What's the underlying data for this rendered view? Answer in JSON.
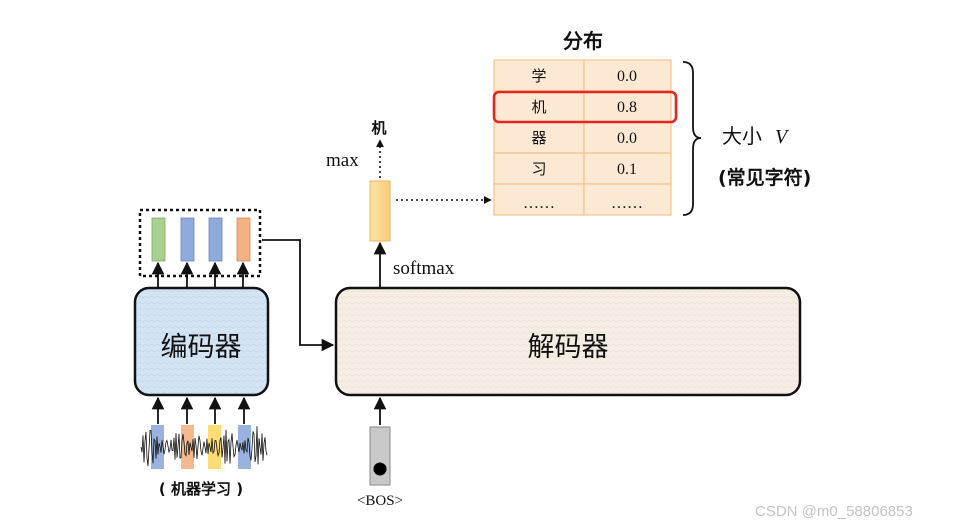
{
  "distribution": {
    "title": "分布",
    "rows": [
      {
        "token": "学",
        "prob": "0.0"
      },
      {
        "token": "机",
        "prob": "0.8"
      },
      {
        "token": "器",
        "prob": "0.0"
      },
      {
        "token": "习",
        "prob": "0.1"
      },
      {
        "token": "……",
        "prob": "……"
      }
    ]
  },
  "vocab": {
    "size_label": "大小",
    "size_symbol": "V",
    "note": "(常见字符)"
  },
  "output": {
    "token": "机",
    "max_label": "max",
    "softmax_label": "softmax"
  },
  "decoder": {
    "label": "解码器",
    "input_token": "<BOS>"
  },
  "encoder": {
    "label": "编码器",
    "input_caption": "( 机器学习 )"
  },
  "watermark": "CSDN @m0_58806853",
  "colors": {
    "table_fill": "#fde9d3",
    "table_border": "#f0c48c",
    "highlight": "#e4261c",
    "encoder_fill": "#d3e4f4",
    "decoder_fill": "#f6eee5",
    "prob_bar": "#fdd98c",
    "feature_green": "#a9d18e",
    "feature_blue": "#8faadc",
    "feature_salmon": "#f4b183",
    "feature_yellow": "#ffd966",
    "bos_token": "#c9c9c9"
  }
}
